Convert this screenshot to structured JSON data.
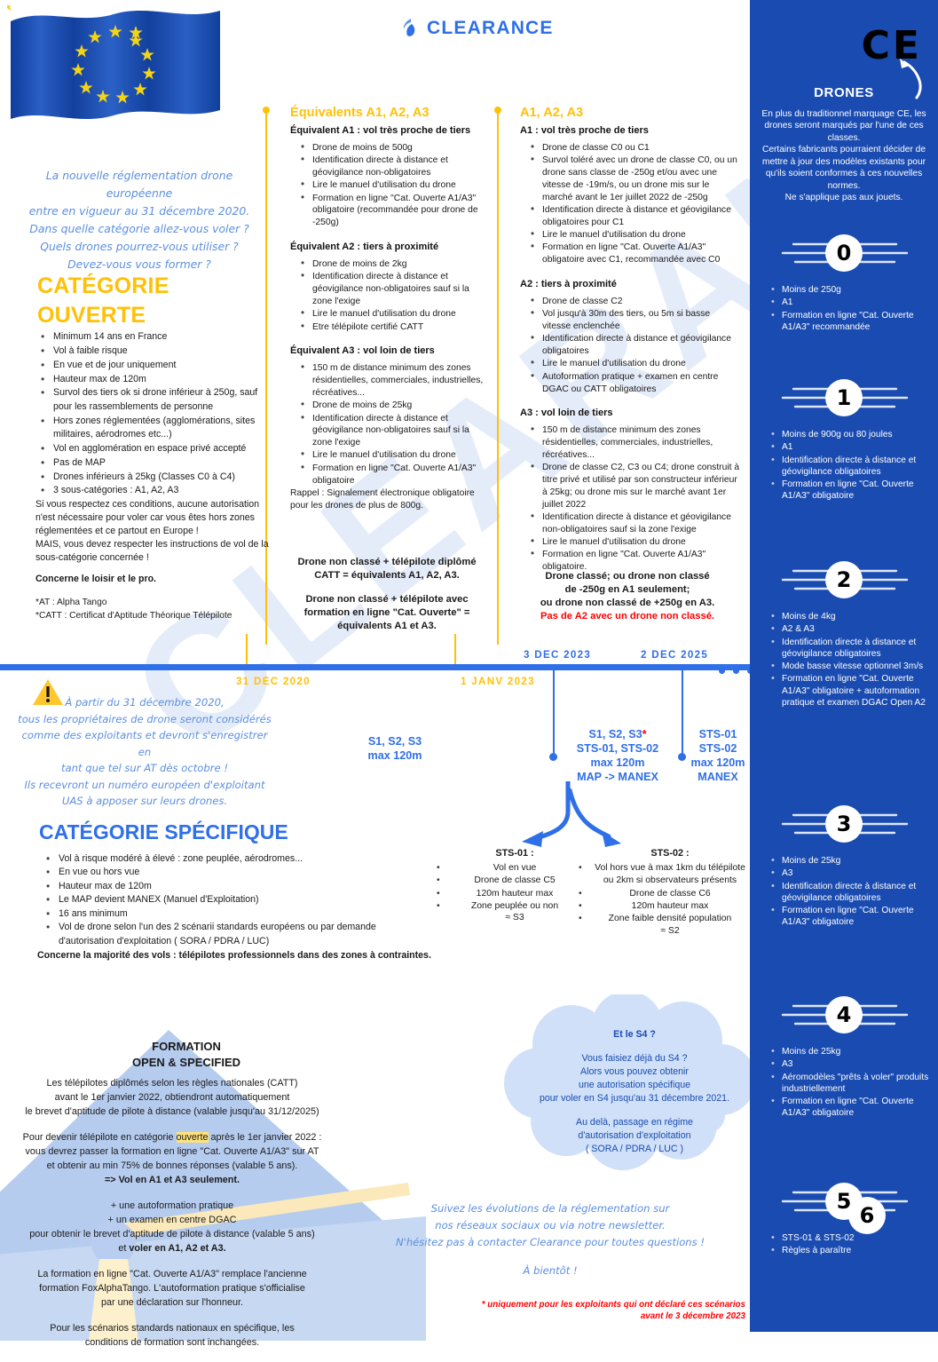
{
  "brand": {
    "name": "CLEARANCE",
    "accent_yellow": "#ffc107",
    "accent_blue": "#2f6fe8",
    "sidebar_blue": "#1a4bb0",
    "red": "#ff0000"
  },
  "watermark": "CLEARANCE",
  "intro": {
    "line1": "La nouvelle réglementation drone européenne",
    "line2": "entre en vigueur au 31 décembre 2020.",
    "line3": "Dans quelle catégorie allez-vous voler ?",
    "line4": "Quels drones pourrez-vous utiliser ?",
    "line5": "Devez-vous vous former ?"
  },
  "open_category": {
    "title_line1": "CATÉGORIE",
    "title_line2": "OUVERTE",
    "bullets": [
      "Minimum 14 ans en France",
      "Vol à faible risque",
      "En vue et de jour uniquement",
      "Hauteur max de 120m",
      "Survol des tiers ok si drone inférieur à 250g, sauf pour les rassemblements de personne",
      "Hors zones réglementées (agglomérations, sites militaires, aérodromes etc...)",
      "Vol en agglomération en espace privé accepté",
      "Pas de MAP",
      "Drones inférieurs à 25kg (Classes C0 à C4)",
      "3 sous-catégories : A1, A2, A3"
    ],
    "note": "Si vous respectez ces conditions, aucune autorisation n'est nécessaire pour voler car vous êtes hors zones réglementées et ce partout en Europe !\nMAIS, vous devez respecter les instructions de vol de la sous-catégorie concernée !",
    "bold_note": "Concerne le loisir et le pro.",
    "legend_at": "*AT : Alpha Tango",
    "legend_catt": "*CATT : Certificat d'Aptitude Théorique Télépilote"
  },
  "col_equivalents": {
    "title": "Équivalents A1, A2, A3",
    "sections": [
      {
        "heading": "Équivalent A1 : vol très proche de tiers",
        "bullets": [
          "Drone de moins de 500g",
          "Identification directe à distance et géovigilance non-obligatoires",
          "Lire le manuel d'utilisation du drone",
          "Formation en ligne \"Cat. Ouverte A1/A3\" obligatoire (recommandée pour drone de -250g)"
        ]
      },
      {
        "heading": "Équivalent A2 : tiers à proximité",
        "bullets": [
          "Drone de moins de 2kg",
          "Identification directe à distance et géovigilance non-obligatoires sauf si la zone l'exige",
          "Lire le manuel d'utilisation du drone",
          "Etre télépilote certifié CATT"
        ]
      },
      {
        "heading": "Équivalent A3 :  vol loin de tiers",
        "bullets": [
          "150 m de distance minimum des zones résidentielles, commerciales, industrielles, récréatives...",
          "Drone de moins de 25kg",
          "Identification directe à distance et géovigilance non-obligatoires sauf si la zone l'exige",
          "Lire le manuel d'utilisation du drone",
          "Formation en ligne \"Cat. Ouverte A1/A3\" obligatoire"
        ]
      }
    ],
    "rappel": "Rappel : Signalement électronique obligatoire pour les drones de plus de 800g.",
    "conclusion_1": "Drone non classé +  télépilote diplômé CATT =  équivalents A1, A2, A3.",
    "conclusion_2": "Drone non classé + télépilote avec formation en ligne \"Cat. Ouverte\" = équivalents A1 et A3."
  },
  "col_classes": {
    "title": "A1, A2, A3",
    "sections": [
      {
        "heading": "A1 : vol  très proche de tiers",
        "bullets": [
          "Drone de classe C0 ou C1",
          "Survol toléré avec un drone de classe C0, ou un drone sans classe de -250g et/ou avec une vitesse de -19m/s, ou un drone mis sur le marché avant le 1er juillet 2022 de -250g",
          "Identification directe à distance et géovigilance obligatoires pour C1",
          "Lire le manuel d'utilisation du drone",
          "Formation en ligne \"Cat. Ouverte A1/A3\" obligatoire avec C1, recommandée avec C0"
        ]
      },
      {
        "heading": "A2 : tiers à proximité",
        "bullets": [
          "Drone de classe C2",
          "Vol jusqu'à 30m des tiers, ou 5m si basse vitesse enclenchée",
          "Identification directe à distance et géovigilance obligatoires",
          "Lire le manuel d'utilisation du drone",
          "Autoformation pratique  + examen en centre DGAC ou CATT obligatoires"
        ]
      },
      {
        "heading": "A3 : vol loin de tiers",
        "bullets": [
          "150 m de distance minimum des zones résidentielles, commerciales, industrielles, récréatives...",
          "Drone de classe C2, C3 ou C4; drone construit à titre privé et utilisé par son constructeur inférieur à 25kg; ou drone mis sur le marché avant 1er juillet 2022",
          "Identification directe à distance et géovigilance non-obligatoires sauf si la zone l'exige",
          "Lire le manuel d'utilisation du drone",
          "Formation en ligne \"Cat. Ouverte A1/A3\" obligatoire."
        ]
      }
    ],
    "conclusion_line1": "Drone classé; ou drone non classé",
    "conclusion_line2": "de -250g en A1 seulement;",
    "conclusion_line3": "ou drone non classé de +250g en A3.",
    "conclusion_red": "Pas de A2 avec un drone non classé."
  },
  "sidebar": {
    "ce_mark": "CE",
    "title": "DRONES",
    "intro": "En plus du traditionnel marquage CE, les drones seront marqués par l'une de ces classes.\nCertains fabricants pourraient décider de mettre à jour des modèles existants pour qu'ils soient conformes à ces nouvelles normes.\nNe s'applique pas aux jouets.",
    "classes": [
      {
        "number": "0",
        "bullets": [
          "Moins de 250g",
          "A1",
          "Formation en ligne \"Cat. Ouverte A1/A3\" recommandée"
        ]
      },
      {
        "number": "1",
        "bullets": [
          "Moins de 900g ou 80 joules",
          "A1",
          "Identification directe à distance et géovigilance obligatoires",
          "Formation en ligne \"Cat. Ouverte A1/A3\" obligatoire"
        ]
      },
      {
        "number": "2",
        "bullets": [
          "Moins de 4kg",
          "A2 & A3",
          "Identification directe à distance et géovigilance obligatoires",
          "Mode basse vitesse optionnel 3m/s",
          "Formation en ligne \"Cat. Ouverte A1/A3\" obligatoire + autoformation pratique et examen DGAC Open A2"
        ]
      },
      {
        "number": "3",
        "bullets": [
          "Moins de 25kg",
          "A3",
          "Identification directe à distance et géovigilance obligatoires",
          "Formation en ligne \"Cat. Ouverte A1/A3\" obligatoire"
        ]
      },
      {
        "number": "4",
        "bullets": [
          "Moins de 25kg",
          "A3",
          "Aéromodèles \"prêts à voler\" produits industriellement",
          "Formation en ligne \"Cat. Ouverte A1/A3\" obligatoire"
        ]
      },
      {
        "number": "5",
        "number2": "6",
        "bullets": [
          "STS-01 & STS-02",
          "Règles à paraître"
        ]
      }
    ]
  },
  "timeline": {
    "marks": [
      {
        "label": "31 DEC 2020",
        "color": "yellow"
      },
      {
        "label": "1 JANV 2023",
        "color": "yellow"
      },
      {
        "label": "3 DEC 2023",
        "color": "blue"
      },
      {
        "label": "2 DEC 2025",
        "color": "blue"
      }
    ],
    "note_1": "S1, S2, S3\nmax 120m",
    "note_2_line1": "S1, S2, S3",
    "note_2_star": "*",
    "note_2_rest": "\nSTS-01, STS-02\nmax 120m\nMAP -> MANEX",
    "note_3": "STS-01\nSTS-02\nmax 120m\nMANEX"
  },
  "warning": {
    "text": "À partir du 31 décembre 2020,\ntous les propriétaires de drone seront considérés\ncomme des exploitants et devront s'enregistrer en\ntant que tel sur AT dès octobre !\nIls recevront un numéro européen d'exploitant\nUAS à apposer sur leurs drones."
  },
  "specific_category": {
    "title": "CATÉGORIE SPÉCIFIQUE",
    "bullets": [
      "Vol à risque modéré à élevé : zone peuplée, aérodromes...",
      "En vue ou hors vue",
      "Hauteur max de 120m",
      "Le MAP devient MANEX (Manuel d'Exploitation)",
      "16 ans minimum",
      "Vol de drone selon l'un des 2 scénarii standards européens ou par demande d'autorisation d'exploitation ( SORA / PDRA / LUC)"
    ],
    "bold_note": "Concerne la majorité des vols : télépilotes professionnels dans des zones à contraintes."
  },
  "sts": {
    "sts01": {
      "heading": "STS-01 :",
      "bullets": [
        "Vol en vue",
        "Drone de classe C5",
        "120m hauteur max",
        "Zone peuplée ou non"
      ],
      "approx": "≈ S3"
    },
    "sts02": {
      "heading": "STS-02 :",
      "bullets": [
        "Vol hors vue à max 1km du télépilote ou 2km si observateurs présents",
        "Drone de classe C6",
        "120m hauteur max",
        "Zone faible densité population"
      ],
      "approx": "≈ S2"
    }
  },
  "formation": {
    "title_line1": "FORMATION",
    "title_line2": "OPEN & SPECIFIED",
    "p1": "Les télépilotes diplômés selon les règles nationales (CATT)\navant le 1er janvier 2022, obtiendront automatiquement\nle brevet d'aptitude de pilote à distance (valable jusqu'au 31/12/2025)",
    "p2_pre": "Pour devenir télépilote en catégorie ",
    "p2_hl": "ouverte",
    "p2_post": " après le 1er janvier 2022 :\nvous devrez passer  la formation en ligne \"Cat. Ouverte A1/A3\" sur AT\net obtenir au min 75% de bonnes réponses (valable 5 ans).",
    "p2_bold": "=> Vol en A1 et A3 seulement.",
    "p3_a": "+ une autoformation pratique\n+  un examen en centre DGAC\npour obtenir le brevet d'aptitude de pilote à distance (valable 5 ans)\net ",
    "p3_bold": "voler en A1, A2 et A3.",
    "p4": "La formation en ligne \"Cat. Ouverte A1/A3\"  remplace l'ancienne\nformation FoxAlphaTango. L'autoformation pratique s'officialise\npar une déclaration sur l'honneur.",
    "p5": "Pour les scénarios standards nationaux en spécifique, les\nconditions de formation sont inchangées."
  },
  "cloud": {
    "heading": "Et le S4 ?",
    "p1": "Vous faisiez déjà du S4 ?\nAlors vous pouvez obtenir\nune autorisation spécifique\npour voler en S4 jusqu'au 31 décembre 2021.",
    "p2": "Au delà, passage en régime\nd'autorisation d'exploitation\n( SORA / PDRA / LUC )"
  },
  "footer": {
    "hand": "Suivez les évolutions de la réglementation sur\nnos réseaux sociaux ou via notre newsletter.\nN'hésitez pas à contacter Clearance pour toutes questions !",
    "bientot": "À bientôt !",
    "note": "* uniquement pour les exploitants qui ont déclaré ces scénarios avant le 3 décembre 2023"
  }
}
